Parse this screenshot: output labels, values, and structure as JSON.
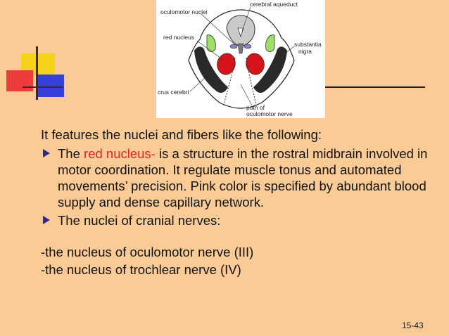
{
  "diagram": {
    "labels": {
      "cerebral_aqueduct": "cerebral aqueduct",
      "oculomotor_nuclei": "oculomotor nuclei",
      "red_nucleus": "red nucleus",
      "substantia": "substantia",
      "nigra": "nigra",
      "crus_cerebri": "crus cerebri",
      "path_of": "path of",
      "oculomotor_nerve": "oculomotor nerve"
    }
  },
  "content": {
    "intro": "It features the nuclei and fibers like the following:",
    "bullet1": {
      "prefix": "The ",
      "highlight": "red nucleus-",
      "rest": " is a structure in the rostral midbrain involved in motor coordination. It regulate muscle tonus and automated movements’ precision. Pink color is specified by abundant blood supply and dense capillary network."
    },
    "bullet2": "The nuclei of cranial nerves:",
    "line1": "-the nucleus of oculomotor nerve (III)",
    "line2": "-the nucleus of trochlear nerve (IV)"
  },
  "page_number": "15-43",
  "colors": {
    "background": "#fbcb95",
    "highlight": "#e32222",
    "bullet": "#2f2a8c"
  }
}
